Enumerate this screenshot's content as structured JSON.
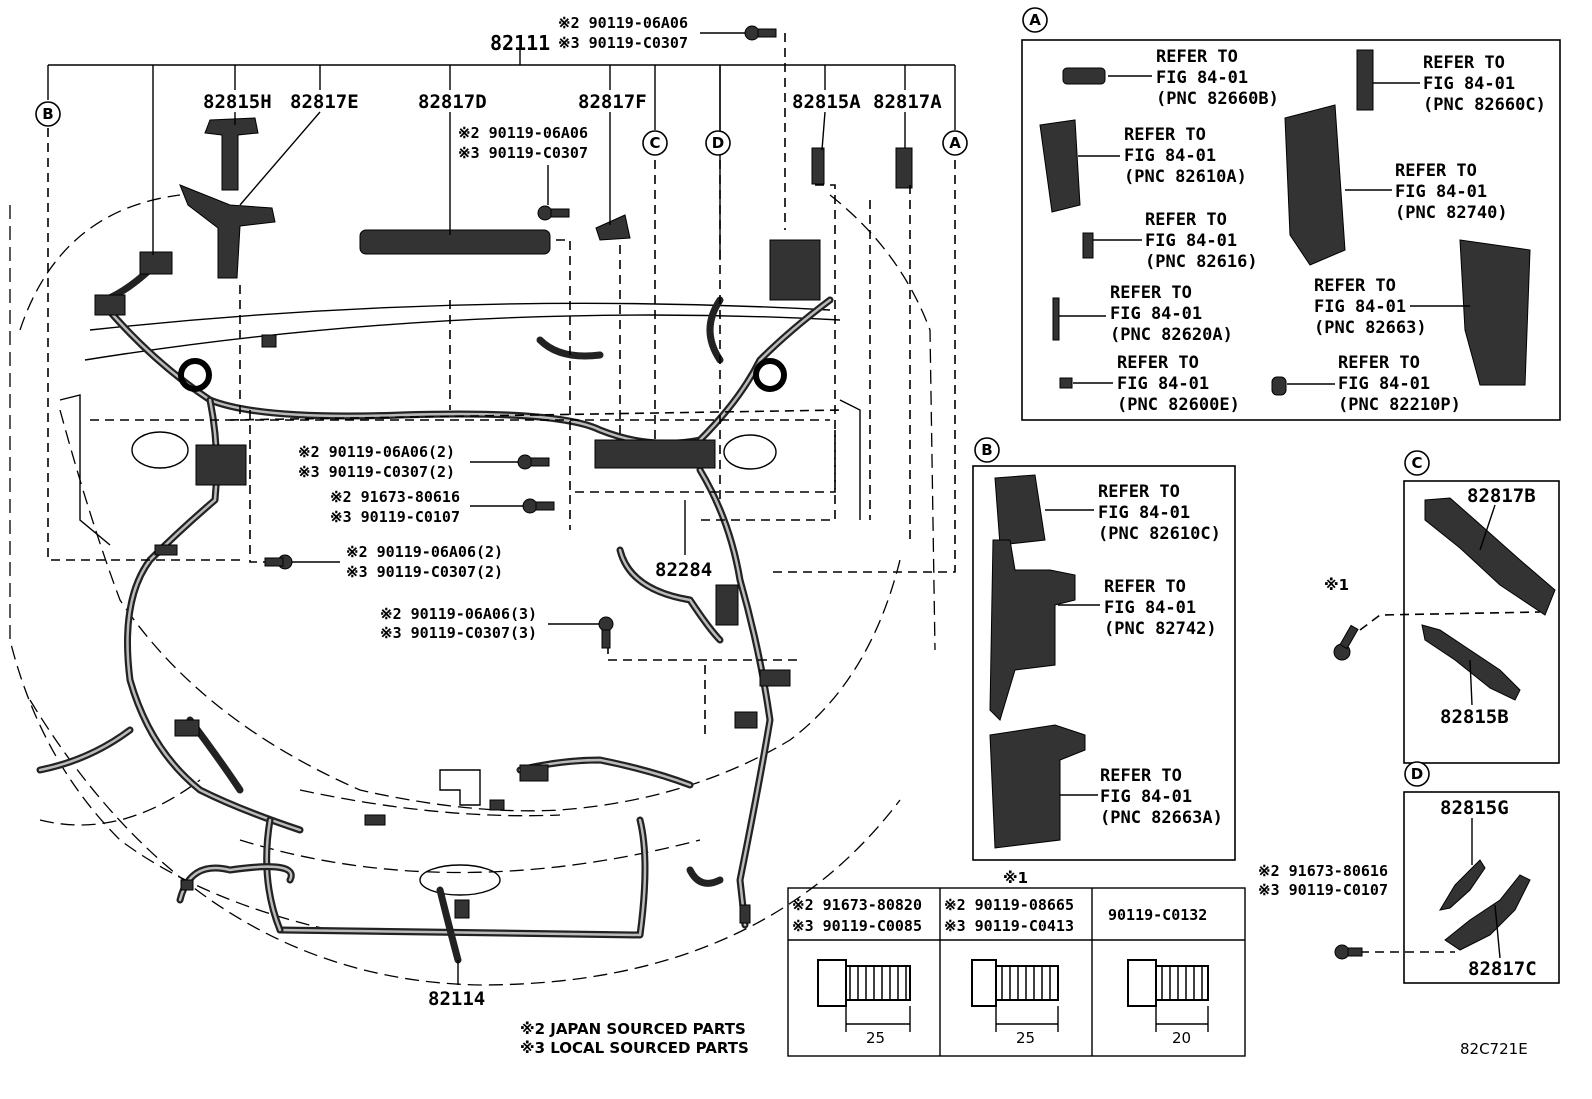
{
  "diagram_code": "82C721E",
  "main": {
    "top_part": "82111",
    "labels": {
      "p82815H": "82815H",
      "p82817E": "82817E",
      "p82817D": "82817D",
      "p82817F": "82817F",
      "p82815A": "82815A",
      "p82817A": "82817A",
      "p82284": "82284",
      "p82114": "82114"
    },
    "bolt_top": {
      "j": "※2 90119-06A06",
      "l": "※3 90119-C0307"
    },
    "bolt_f": {
      "j": "※2 90119-06A06",
      "l": "※3 90119-C0307"
    },
    "bolt_mid1": {
      "j": "※2 90119-06A06(2)",
      "l": "※3 90119-C0307(2)"
    },
    "bolt_mid2": {
      "j": "※2 91673-80616",
      "l": "※3 90119-C0107"
    },
    "bolt_left": {
      "j": "※2 90119-06A06(2)",
      "l": "※3 90119-C0307(2)"
    },
    "bolt_low": {
      "j": "※2 90119-06A06(3)",
      "l": "※3 90119-C0307(3)"
    },
    "circles": {
      "a": "A",
      "b": "B",
      "c": "C",
      "d": "D"
    }
  },
  "detail_a": {
    "title": "A",
    "items": [
      {
        "l1": "REFER TO",
        "l2": "FIG 84-01",
        "l3": "(PNC 82660B)"
      },
      {
        "l1": "REFER TO",
        "l2": "FIG 84-01",
        "l3": "(PNC 82660C)"
      },
      {
        "l1": "REFER TO",
        "l2": "FIG 84-01",
        "l3": "(PNC 82610A)"
      },
      {
        "l1": "REFER TO",
        "l2": "FIG 84-01",
        "l3": "(PNC 82740)"
      },
      {
        "l1": "REFER TO",
        "l2": "FIG 84-01",
        "l3": "(PNC 82616)"
      },
      {
        "l1": "REFER TO",
        "l2": "FIG 84-01",
        "l3": "(PNC 82620A)"
      },
      {
        "l1": "REFER TO",
        "l2": "FIG 84-01",
        "l3": "(PNC 82663)"
      },
      {
        "l1": "REFER TO",
        "l2": "FIG 84-01",
        "l3": "(PNC 82600E)"
      },
      {
        "l1": "REFER TO",
        "l2": "FIG 84-01",
        "l3": "(PNC 82210P)"
      }
    ]
  },
  "detail_b": {
    "title": "B",
    "items": [
      {
        "l1": "REFER TO",
        "l2": "FIG 84-01",
        "l3": "(PNC 82610C)"
      },
      {
        "l1": "REFER TO",
        "l2": "FIG 84-01",
        "l3": "(PNC 82742)"
      },
      {
        "l1": "REFER TO",
        "l2": "FIG 84-01",
        "l3": "(PNC 82663A)"
      }
    ]
  },
  "detail_c": {
    "title": "C",
    "upper": "82817B",
    "lower": "82815B",
    "mark": "※1"
  },
  "detail_d": {
    "title": "D",
    "upper": "82815G",
    "lower": "82817C",
    "bolt_j": "※2 91673-80616",
    "bolt_l": "※3 90119-C0107"
  },
  "bolt_table": {
    "mark": "※1",
    "columns": [
      {
        "j": "※2 91673-80820",
        "l": "※3 90119-C0085",
        "length": "25"
      },
      {
        "j": "※2 90119-08665",
        "l": "※3 90119-C0413",
        "length": "25"
      },
      {
        "j": "90119-C0132",
        "l": "",
        "length": "20"
      }
    ]
  },
  "notes": {
    "japan": "※2 JAPAN SOURCED PARTS",
    "local": "※3 LOCAL SOURCED PARTS"
  }
}
